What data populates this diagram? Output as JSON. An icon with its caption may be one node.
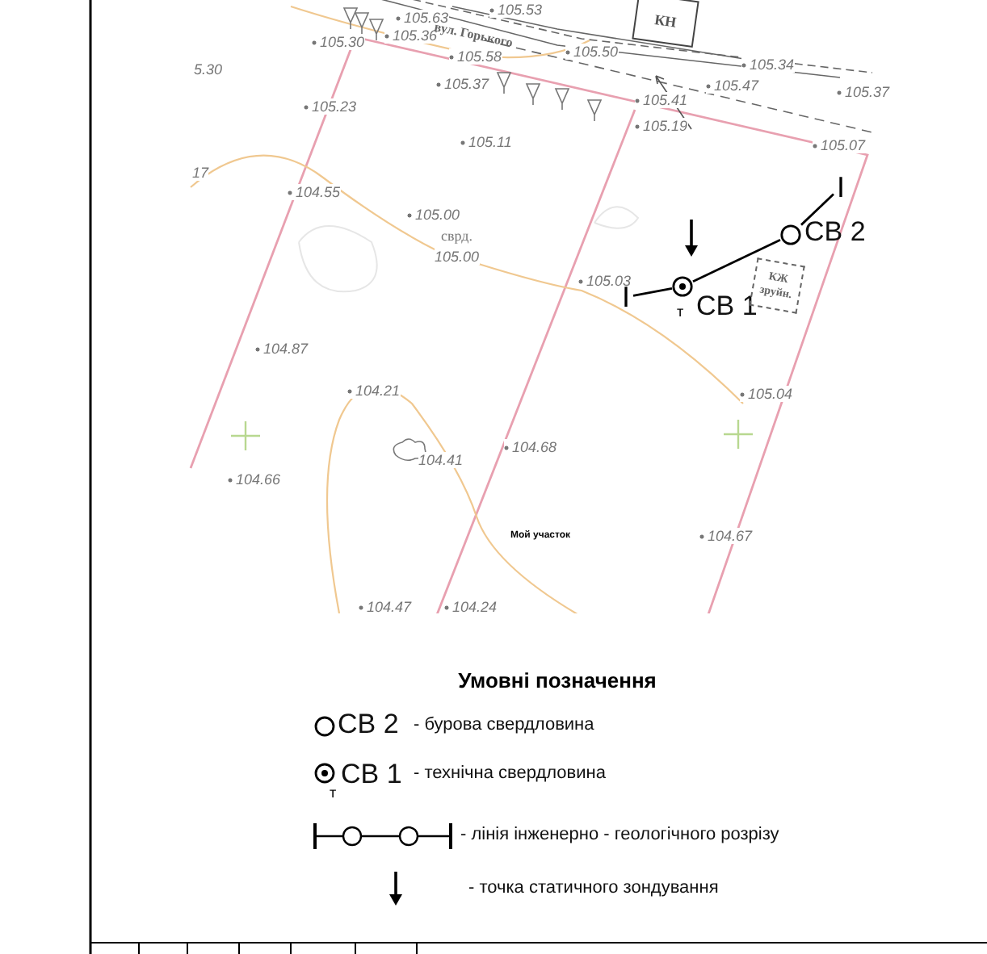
{
  "diagram": {
    "title": "Умовні позначення",
    "nodes": [
      {
        "text": [
          "I"
        ]
      },
      {
        "text": [],
        "shape": "circle",
        "beside": [
          "т"
        ]
      },
      {
        "text": [],
        "shape": "circle"
      },
      {
        "text": [
          "I"
        ]
      },
      {
        "text": [
          "КН"
        ]
      },
      {
        "text": [
          "КЖ зруйн."
        ]
      }
    ],
    "edges": [
      {
        "from": 0,
        "to": 1,
        "arrow": "none"
      },
      {
        "from": 1,
        "to": 2,
        "arrow": "none"
      },
      {
        "from": 2,
        "to": 3,
        "arrow": "none"
      }
    ],
    "labels": [
      "105.53",
      "105.63",
      "105.36",
      "105.30",
      "вул. Горького",
      "105.58",
      "105.50",
      "105.34",
      "105.47",
      "105.37",
      "5.30",
      "105.37",
      "105.41",
      "105.23",
      "105.19",
      "105.11",
      "105.07",
      "17",
      "104.55",
      "105.00",
      "сврд.",
      "105.00",
      "105.03",
      "СВ 1",
      "СВ 2",
      "104.87",
      "104.21",
      "105.04",
      "104.66",
      "104.41",
      "104.68",
      "Мой участок",
      "104.67",
      "104.47",
      "104.24",
      "СВ 2",
      "т",
      "СВ 1"
    ],
    "legend": [
      {
        "text": "- бурова свердловина"
      },
      {
        "text": "- технічна свердловина"
      },
      {
        "text": "- лінія інженерно - геологічного розрізу"
      },
      {
        "text": "- точка статичного зондування"
      }
    ]
  }
}
